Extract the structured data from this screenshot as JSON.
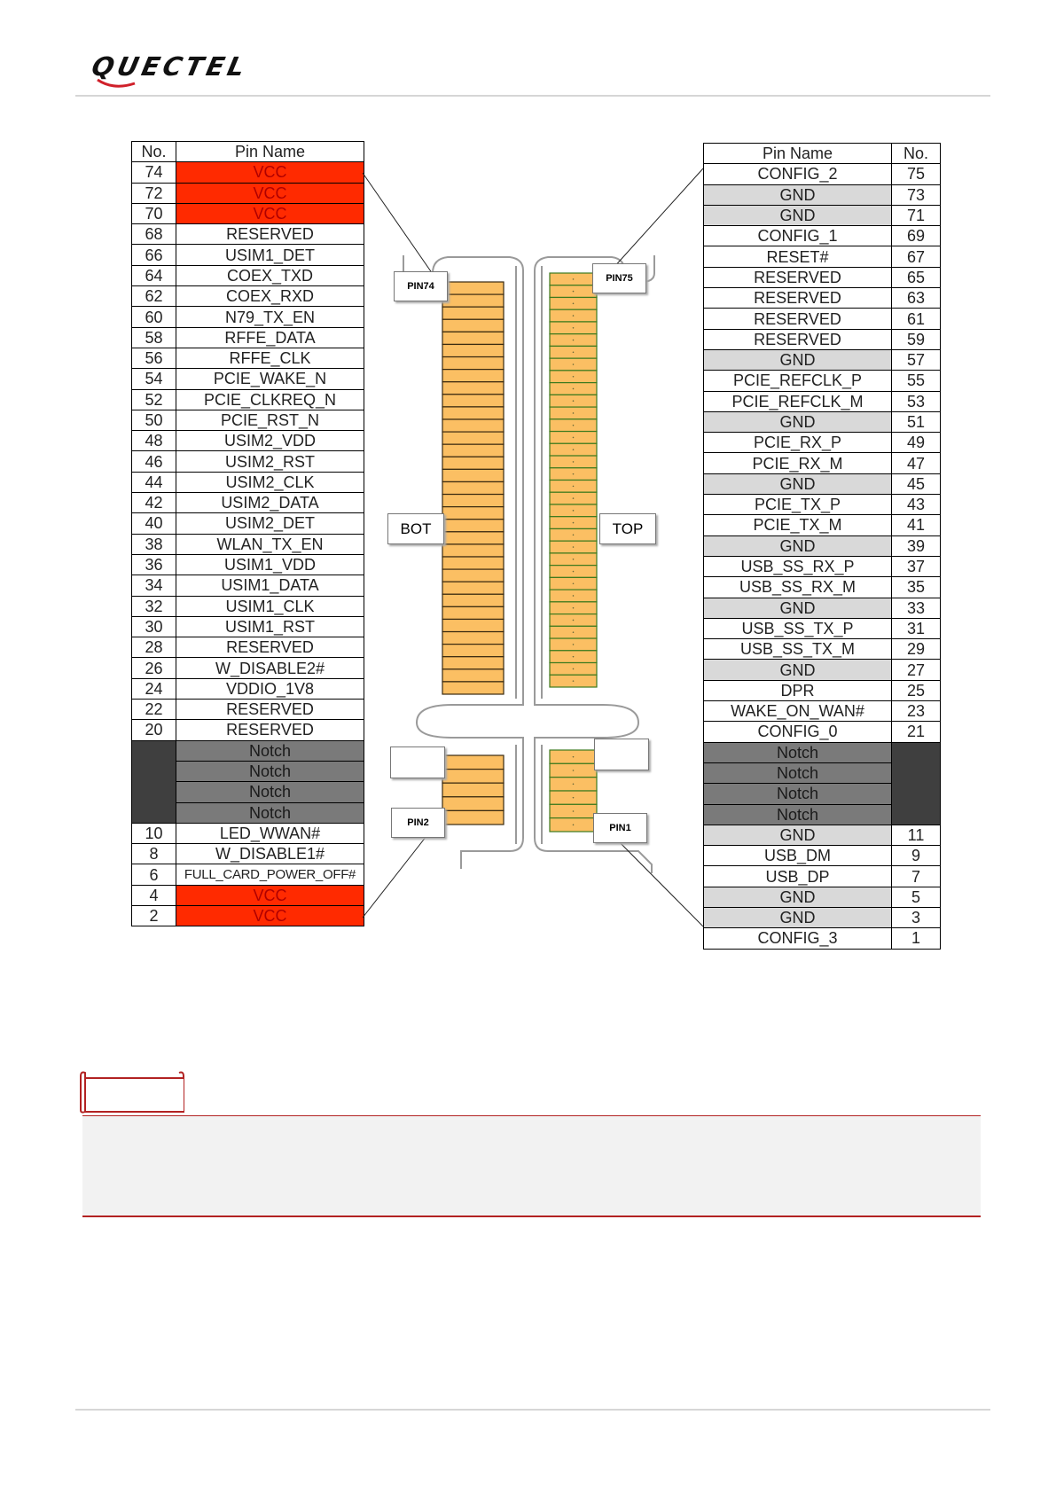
{
  "header": {
    "logo_text": "QUECTEL"
  },
  "left_table": {
    "col_no": "No.",
    "col_name": "Pin Name",
    "rows": [
      {
        "no": "74",
        "name": "VCC",
        "type": "vcc"
      },
      {
        "no": "72",
        "name": "VCC",
        "type": "vcc"
      },
      {
        "no": "70",
        "name": "VCC",
        "type": "vcc"
      },
      {
        "no": "68",
        "name": "RESERVED",
        "type": ""
      },
      {
        "no": "66",
        "name": "USIM1_DET",
        "type": ""
      },
      {
        "no": "64",
        "name": "COEX_TXD",
        "type": ""
      },
      {
        "no": "62",
        "name": "COEX_RXD",
        "type": ""
      },
      {
        "no": "60",
        "name": "N79_TX_EN",
        "type": ""
      },
      {
        "no": "58",
        "name": "RFFE_DATA",
        "type": ""
      },
      {
        "no": "56",
        "name": "RFFE_CLK",
        "type": ""
      },
      {
        "no": "54",
        "name": "PCIE_WAKE_N",
        "type": ""
      },
      {
        "no": "52",
        "name": "PCIE_CLKREQ_N",
        "type": ""
      },
      {
        "no": "50",
        "name": "PCIE_RST_N",
        "type": ""
      },
      {
        "no": "48",
        "name": "USIM2_VDD",
        "type": ""
      },
      {
        "no": "46",
        "name": "USIM2_RST",
        "type": ""
      },
      {
        "no": "44",
        "name": "USIM2_CLK",
        "type": ""
      },
      {
        "no": "42",
        "name": "USIM2_DATA",
        "type": ""
      },
      {
        "no": "40",
        "name": "USIM2_DET",
        "type": ""
      },
      {
        "no": "38",
        "name": "WLAN_TX_EN",
        "type": ""
      },
      {
        "no": "36",
        "name": "USIM1_VDD",
        "type": ""
      },
      {
        "no": "34",
        "name": "USIM1_DATA",
        "type": ""
      },
      {
        "no": "32",
        "name": "USIM1_CLK",
        "type": ""
      },
      {
        "no": "30",
        "name": "USIM1_RST",
        "type": ""
      },
      {
        "no": "28",
        "name": "RESERVED",
        "type": ""
      },
      {
        "no": "26",
        "name": "W_DISABLE2#",
        "type": ""
      },
      {
        "no": "24",
        "name": "VDDIO_1V8",
        "type": ""
      },
      {
        "no": "22",
        "name": "RESERVED",
        "type": ""
      },
      {
        "no": "20",
        "name": "RESERVED",
        "type": ""
      },
      {
        "no": "",
        "name": "Notch",
        "type": "notch"
      },
      {
        "no": "",
        "name": "Notch",
        "type": "notch"
      },
      {
        "no": "",
        "name": "Notch",
        "type": "notch"
      },
      {
        "no": "",
        "name": "Notch",
        "type": "notch"
      },
      {
        "no": "10",
        "name": "LED_WWAN#",
        "type": ""
      },
      {
        "no": "8",
        "name": "W_DISABLE1#",
        "type": ""
      },
      {
        "no": "6",
        "name": "FULL_CARD_POWER_OFF#",
        "type": "small"
      },
      {
        "no": "4",
        "name": "VCC",
        "type": "vcc"
      },
      {
        "no": "2",
        "name": "VCC",
        "type": "vcc"
      }
    ]
  },
  "right_table": {
    "col_name": "Pin Name",
    "col_no": "No.",
    "rows": [
      {
        "no": "75",
        "name": "CONFIG_2",
        "type": ""
      },
      {
        "no": "73",
        "name": "GND",
        "type": "gnd"
      },
      {
        "no": "71",
        "name": "GND",
        "type": "gnd"
      },
      {
        "no": "69",
        "name": "CONFIG_1",
        "type": ""
      },
      {
        "no": "67",
        "name": "RESET#",
        "type": ""
      },
      {
        "no": "65",
        "name": "RESERVED",
        "type": ""
      },
      {
        "no": "63",
        "name": "RESERVED",
        "type": ""
      },
      {
        "no": "61",
        "name": "RESERVED",
        "type": ""
      },
      {
        "no": "59",
        "name": "RESERVED",
        "type": ""
      },
      {
        "no": "57",
        "name": "GND",
        "type": "gnd"
      },
      {
        "no": "55",
        "name": "PCIE_REFCLK_P",
        "type": ""
      },
      {
        "no": "53",
        "name": "PCIE_REFCLK_M",
        "type": ""
      },
      {
        "no": "51",
        "name": "GND",
        "type": "gnd"
      },
      {
        "no": "49",
        "name": "PCIE_RX_P",
        "type": ""
      },
      {
        "no": "47",
        "name": "PCIE_RX_M",
        "type": ""
      },
      {
        "no": "45",
        "name": "GND",
        "type": "gnd"
      },
      {
        "no": "43",
        "name": "PCIE_TX_P",
        "type": ""
      },
      {
        "no": "41",
        "name": "PCIE_TX_M",
        "type": ""
      },
      {
        "no": "39",
        "name": "GND",
        "type": "gnd"
      },
      {
        "no": "37",
        "name": "USB_SS_RX_P",
        "type": ""
      },
      {
        "no": "35",
        "name": "USB_SS_RX_M",
        "type": ""
      },
      {
        "no": "33",
        "name": "GND",
        "type": "gnd"
      },
      {
        "no": "31",
        "name": "USB_SS_TX_P",
        "type": ""
      },
      {
        "no": "29",
        "name": "USB_SS_TX_M",
        "type": ""
      },
      {
        "no": "27",
        "name": "GND",
        "type": "gnd"
      },
      {
        "no": "25",
        "name": "DPR",
        "type": ""
      },
      {
        "no": "23",
        "name": "WAKE_ON_WAN#",
        "type": ""
      },
      {
        "no": "21",
        "name": "CONFIG_0",
        "type": ""
      },
      {
        "no": "",
        "name": "Notch",
        "type": "notch"
      },
      {
        "no": "",
        "name": "Notch",
        "type": "notch"
      },
      {
        "no": "",
        "name": "Notch",
        "type": "notch"
      },
      {
        "no": "",
        "name": "Notch",
        "type": "notch"
      },
      {
        "no": "11",
        "name": "GND",
        "type": "gnd"
      },
      {
        "no": "9",
        "name": "USB_DM",
        "type": ""
      },
      {
        "no": "7",
        "name": "USB_DP",
        "type": ""
      },
      {
        "no": "5",
        "name": "GND",
        "type": "gnd"
      },
      {
        "no": "3",
        "name": "GND",
        "type": "gnd"
      },
      {
        "no": "1",
        "name": "CONFIG_3",
        "type": ""
      }
    ]
  },
  "diagram": {
    "pin74": "PIN74",
    "pin75": "PIN75",
    "pin2": "PIN2",
    "pin1": "PIN1",
    "bot": "BOT",
    "top": "TOP",
    "bot_upper_pad_count": 33,
    "bot_lower_pad_count": 5,
    "top_upper_pad_count": 34,
    "top_lower_pad_count": 6,
    "bot_pad_color": "#fbbf63",
    "top_pad_color": "#fbbf63",
    "top_pad_border": "#3d7a1e",
    "vcc_color": "#ff2a00",
    "gnd_color": "#d9d9d9",
    "notch_color": "#7a7a7a"
  }
}
